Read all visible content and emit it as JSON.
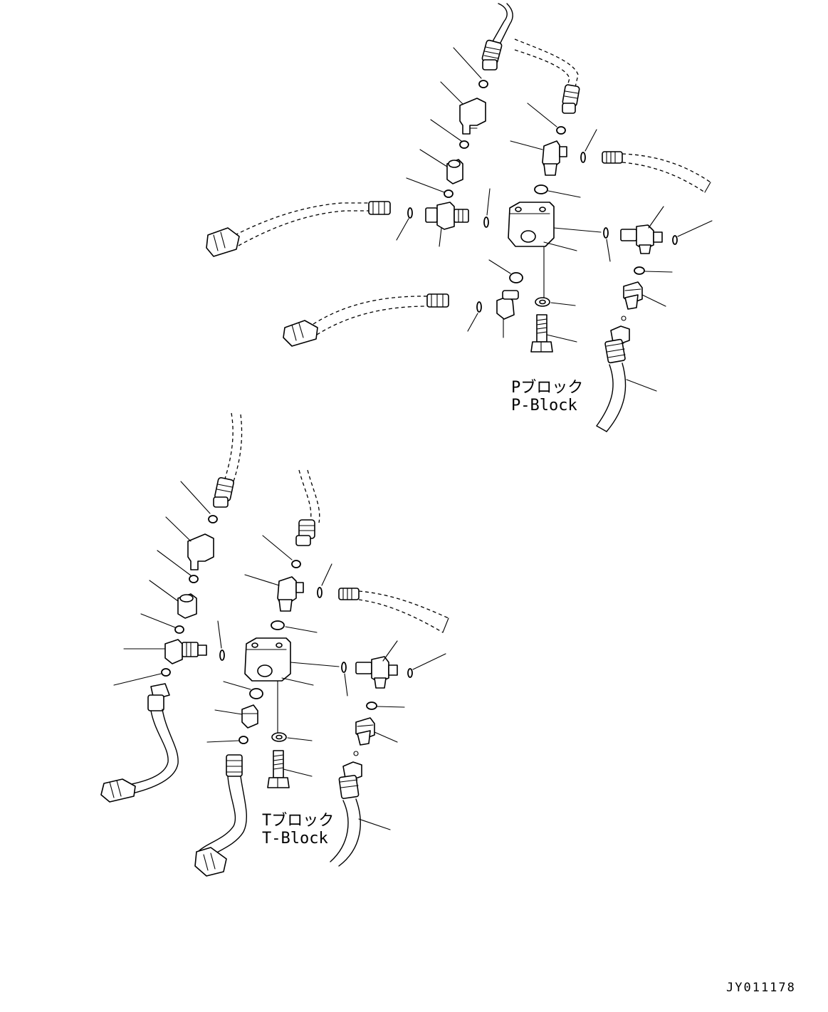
{
  "p_block": {
    "label_jp": "Pブロック",
    "label_en": "P-Block"
  },
  "t_block": {
    "label_jp": "Tブロック",
    "label_en": "T-Block"
  },
  "drawing_id": "JY011178"
}
